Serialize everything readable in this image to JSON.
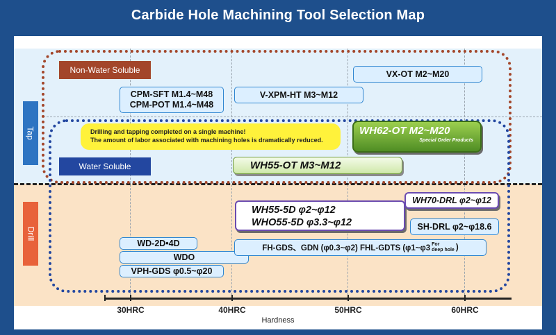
{
  "title": "Carbide Hole Machining Tool Selection Map",
  "sides": {
    "tap": "Tap",
    "drill": "Drill"
  },
  "categories": {
    "non_water": "Non-Water Soluble",
    "water": "Water Soluble"
  },
  "note": {
    "line1": "Drilling and tapping completed on a single machine!",
    "line2": "The amount of labor associated with machining holes is dramatically reduced."
  },
  "tools": {
    "vx_ot": "VX-OT  M2~M20",
    "cpm_sft": "CPM-SFT   M1.4~M48",
    "cpm_pot": "CPM-POT   M1.4~M48",
    "v_xpm_ht": "V-XPM-HT M3~M12",
    "wh62_ot": "WH62-OT   M2~M20",
    "wh62_sub": "Special Order Products",
    "wh55_ot": "WH55-OT      M3~M12",
    "wh55_5d": "WH55-5D φ2~φ12",
    "who55_5d": "WHO55-5D  φ3.3~φ12",
    "wh70_drl": "WH70-DRL  φ2~φ12",
    "sh_drl": "SH-DRL  φ2~φ18.6",
    "wd_2d4d": "WD-2D•4D",
    "wdo": "WDO",
    "vph_gds": "VPH-GDS φ0.5~φ20",
    "fh_gds": "FH-GDS、GDN (φ0.3~φ2)  FHL-GDTS (φ1~φ3",
    "fh_for": "For",
    "fh_deep": "deep hole",
    "fh_close": ")"
  },
  "axis": {
    "title": "Hardness",
    "ticks": [
      "30HRC",
      "40HRC",
      "50HRC",
      "60HRC"
    ]
  },
  "colors": {
    "background": "#1e4f8c",
    "tap_zone": "#e3f1fb",
    "drill_zone": "#fbe3c6",
    "non_water_fill": "#a3462a",
    "water_fill": "#2347a0",
    "tap_side": "#2d74c2",
    "drill_side": "#e8623a"
  }
}
